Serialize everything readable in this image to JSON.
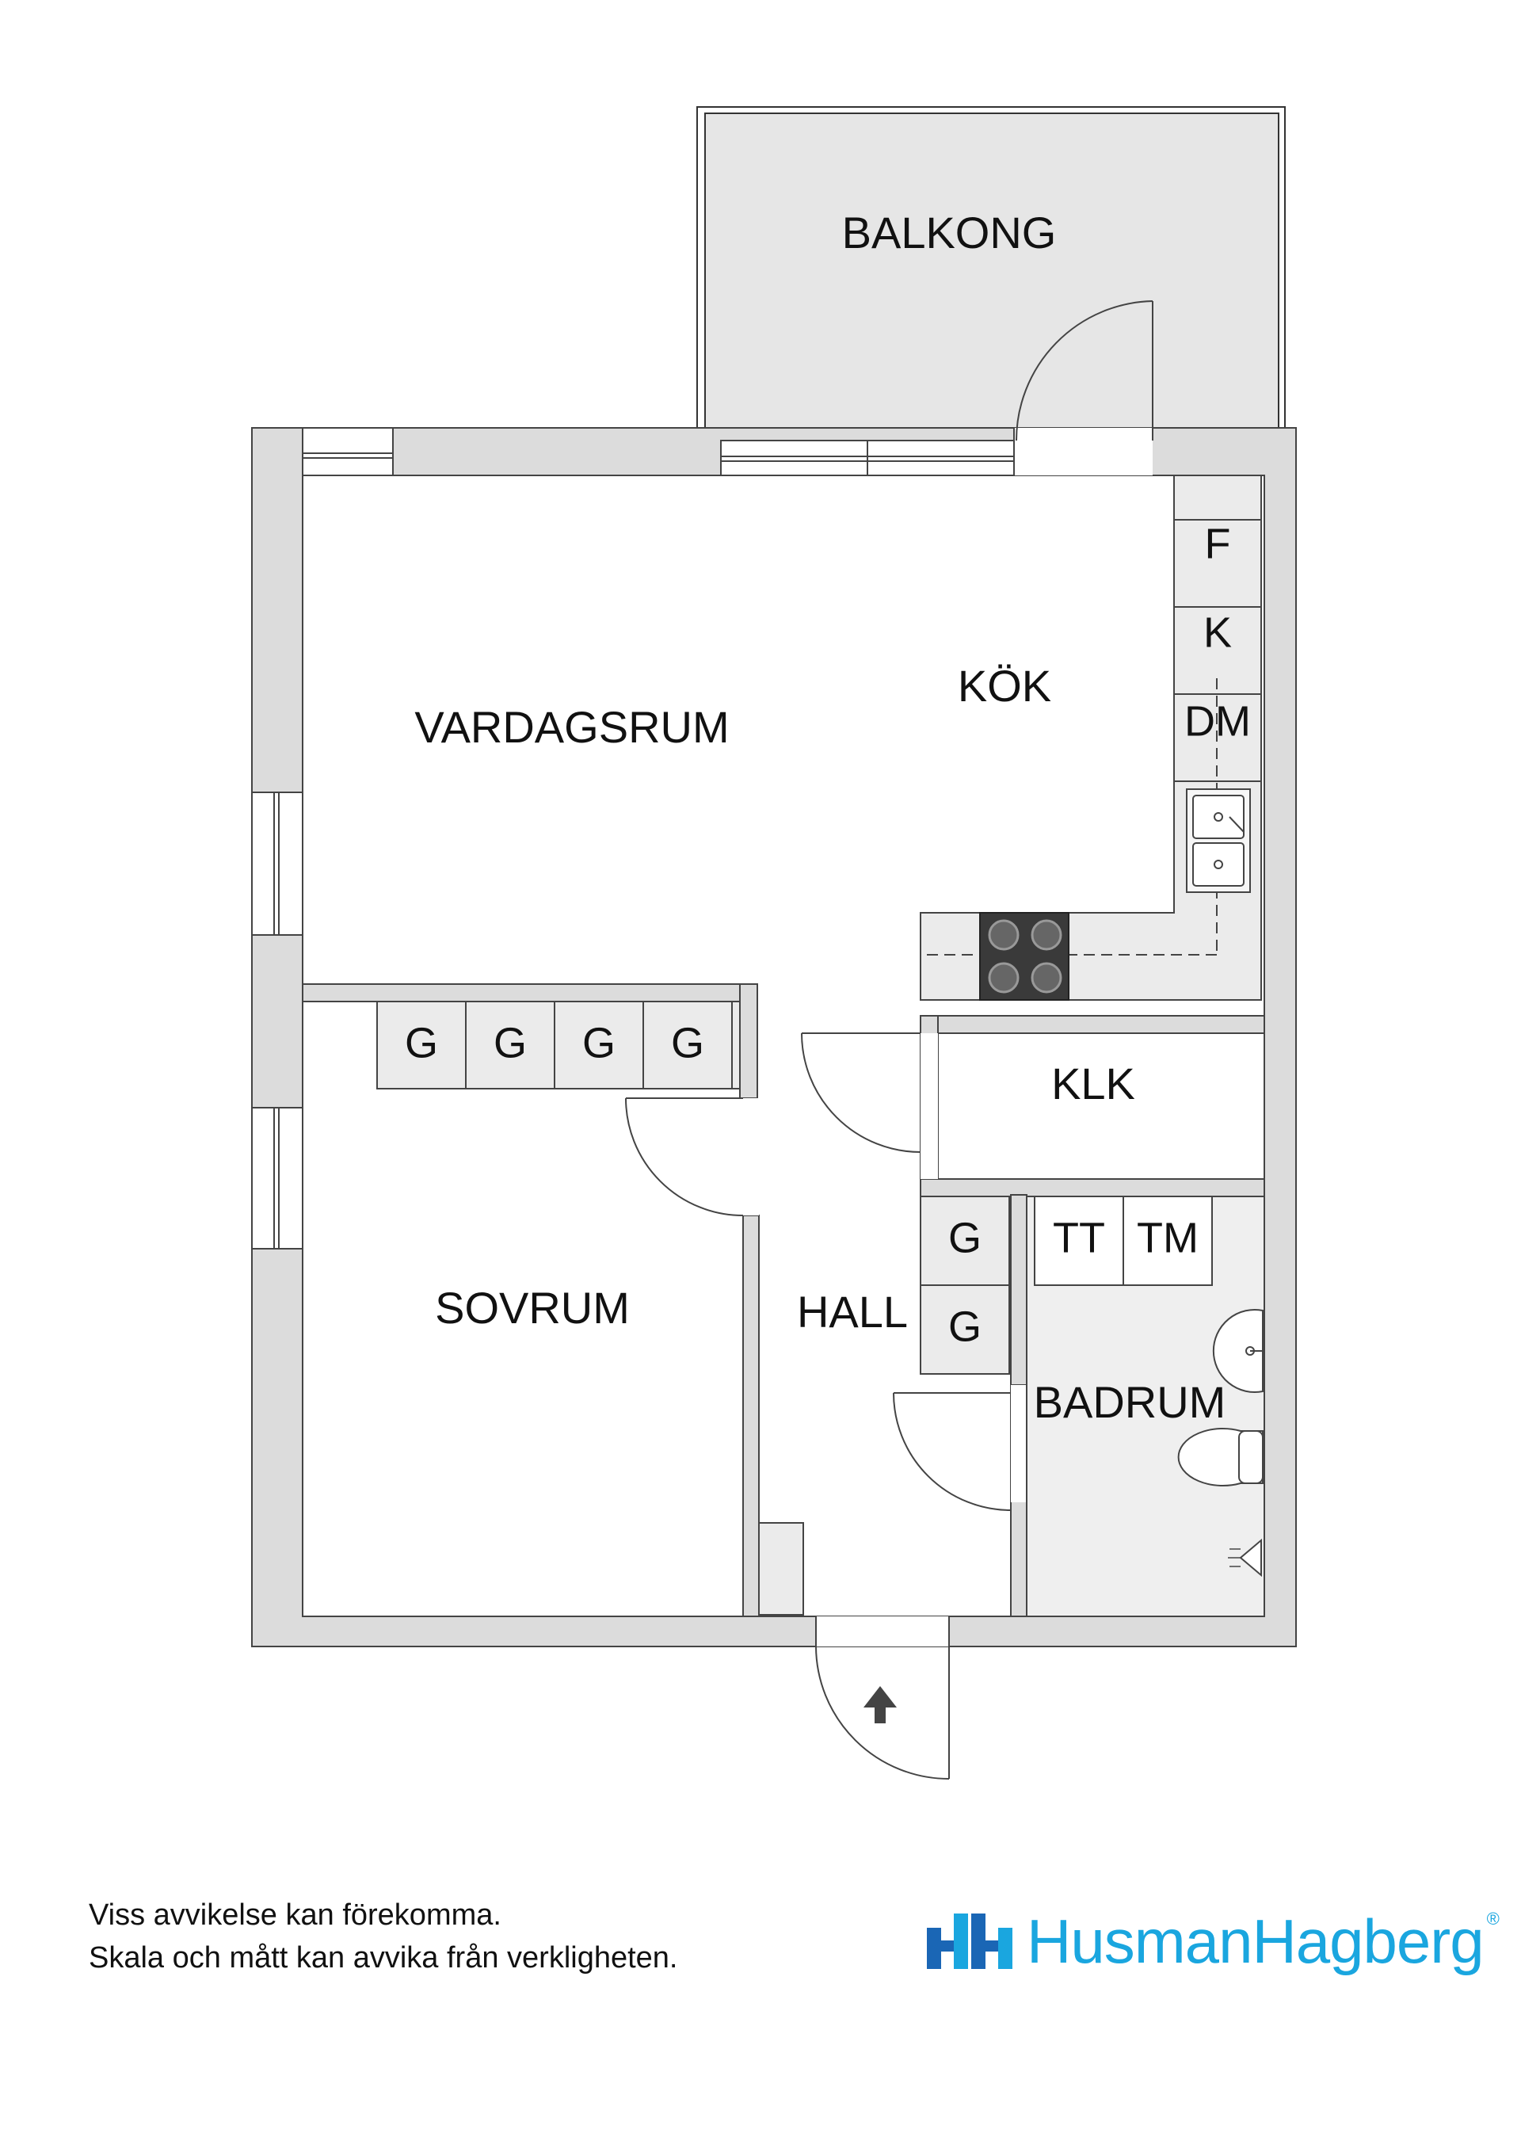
{
  "rooms": {
    "balkong": "BALKONG",
    "kok": "KÖK",
    "vardagsrum": "VARDAGSRUM",
    "sovrum": "SOVRUM",
    "hall": "HALL",
    "klk": "KLK",
    "badrum": "BADRUM"
  },
  "fixtures": {
    "f": "F",
    "k": "K",
    "dm": "DM",
    "g": "G",
    "tt": "TT",
    "tm": "TM"
  },
  "disclaimer": {
    "line1": "Viss avvikelse kan förekomma.",
    "line2": "Skala och mått kan avvika från verkligheten."
  },
  "brand": {
    "name": "HusmanHagberg",
    "reg": "®",
    "color": "#1aa6df"
  },
  "colors": {
    "wall": "#dcdcdc",
    "balcony": "#e6e6e6",
    "bathroom": "#efefef",
    "line": "#333333",
    "stove": "#3a3a3a"
  }
}
